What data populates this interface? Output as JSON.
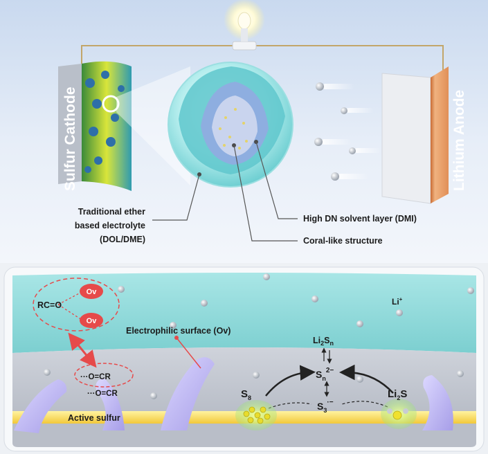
{
  "top_panel": {
    "cathode_label": "Sulfur Cathode",
    "anode_label": "Lithium Anode",
    "callouts": {
      "electrolyte_line1": "Traditional ether",
      "electrolyte_line2": "based  electrolyte",
      "electrolyte_line3": "(DOL/DME)",
      "solvent_layer": "High DN solvent layer (DMI)",
      "coral": "Coral-like structure"
    }
  },
  "bottom_panel": {
    "rc_o": "RC=O",
    "ov_1": "Ov",
    "ov_2": "Ov",
    "o_cr_1": "···O=CR",
    "o_cr_2": "···O=CR",
    "electrophilic": "Electrophilic surface (Ov)",
    "li_plus": "Li",
    "li_plus_sup": "+",
    "active_sulfur": "Active sulfur",
    "species": {
      "li2sn": {
        "a": "Li",
        "b": "2",
        "c": "S",
        "d": "n"
      },
      "sn2": {
        "a": "S",
        "b": "n",
        "c": "2−"
      },
      "s3": {
        "a": "S",
        "b": "3",
        "c": "·−"
      },
      "s8": {
        "a": "S",
        "b": "8"
      },
      "li2s": {
        "a": "Li",
        "b": "2",
        "c": "S"
      }
    }
  },
  "colors": {
    "accent_red": "#e64a4a",
    "electrolyte_teal": "#7fd3d3",
    "active_sulfur_yellow": "#f6d84a",
    "copper": "#d98a55"
  }
}
